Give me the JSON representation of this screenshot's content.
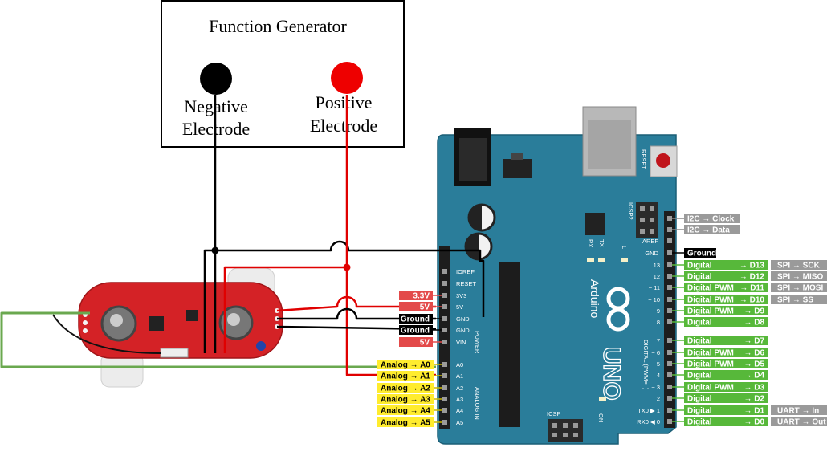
{
  "function_generator": {
    "title": "Function Generator",
    "negative_line1": "Negative",
    "negative_line2": "Electrode",
    "positive_line1": "Positive",
    "positive_line2": "Electrode"
  },
  "colors": {
    "board": "#2a7d9a",
    "board_dark": "#1f6680",
    "sensor": "#d42226",
    "wire_red": "#e00000",
    "wire_black": "#000000",
    "wire_green": "#6aa84f",
    "label_red": "#e34a4a",
    "label_black": "#000000",
    "label_yellow": "#ffec2e",
    "label_green": "#57b83a",
    "label_gray": "#9a9a9a"
  },
  "board": {
    "brand": "Arduino",
    "model": "UNO",
    "reset": "RESET",
    "icsp2": "ICSP2",
    "icsp": "ICSP",
    "tx": "TX",
    "rx": "RX",
    "l": "L",
    "on": "ON",
    "power_header": "POWER",
    "analog_header": "ANALOG IN",
    "digital_header": "DIGITAL (PWM=~)",
    "power_pins": [
      "IOREF",
      "RESET",
      "3V3",
      "5V",
      "GND",
      "GND",
      "VIN"
    ],
    "analog_pins": [
      "A0",
      "A1",
      "A2",
      "A3",
      "A4",
      "A5"
    ],
    "top_pins": [
      "AREF",
      "GND"
    ],
    "digital_pins": [
      "13",
      "12",
      "~ 11",
      "~ 10",
      "~ 9",
      "8",
      "7",
      "~ 6",
      "~ 5",
      "4",
      "~ 3",
      "2",
      "TX0 ▶ 1",
      "RX0 ◀ 0"
    ]
  },
  "labels": {
    "power": [
      {
        "text": "3.3V",
        "kind": "red"
      },
      {
        "text": "5V",
        "kind": "red"
      },
      {
        "text": "Ground",
        "kind": "black"
      },
      {
        "text": "Ground",
        "kind": "black"
      },
      {
        "text": "5V",
        "kind": "red"
      }
    ],
    "analog": [
      "Analog → A0",
      "Analog → A1",
      "Analog → A2",
      "Analog → A3",
      "Analog → A4",
      "Analog → A5"
    ],
    "i2c": [
      "I2C → Clock",
      "I2C → Data"
    ],
    "top_ground": "Ground",
    "digital": [
      {
        "left": "Digital",
        "right": "→ D13",
        "extra": "SPI → SCK"
      },
      {
        "left": "Digital",
        "right": "→ D12",
        "extra": "SPI → MISO"
      },
      {
        "left": "Digital PWM",
        "right": "→ D11",
        "extra": "SPI → MOSI"
      },
      {
        "left": "Digital PWM",
        "right": "→ D10",
        "extra": "SPI → SS"
      },
      {
        "left": "Digital PWM",
        "right": "→ D9",
        "extra": ""
      },
      {
        "left": "Digital",
        "right": "→ D8",
        "extra": ""
      },
      {
        "left": "Digital",
        "right": "→ D7",
        "extra": ""
      },
      {
        "left": "Digital PWM",
        "right": "→ D6",
        "extra": ""
      },
      {
        "left": "Digital PWM",
        "right": "→ D5",
        "extra": ""
      },
      {
        "left": "Digital",
        "right": "→ D4",
        "extra": ""
      },
      {
        "left": "Digital PWM",
        "right": "→ D3",
        "extra": ""
      },
      {
        "left": "Digital",
        "right": "→ D2",
        "extra": ""
      },
      {
        "left": "Digital",
        "right": "→ D1",
        "extra": "UART → In"
      },
      {
        "left": "Digital",
        "right": "→ D0",
        "extra": "UART → Out"
      }
    ]
  }
}
